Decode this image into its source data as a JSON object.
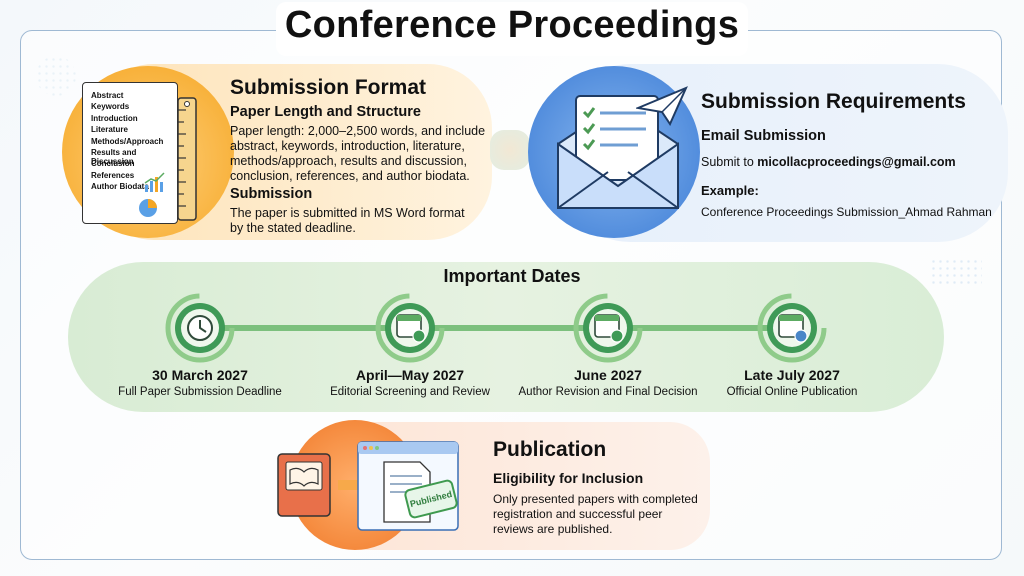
{
  "title": "Conference Proceedings",
  "submission_format": {
    "heading": "Submission Format",
    "sub1": "Paper Length and Structure",
    "body1": [
      "Paper length: 2,000–2,500 words, and include",
      "abstract, keywords, introduction, literature,",
      "methods/approach, results and discussion,",
      "conclusion, references, and author biodata."
    ],
    "sub2": "Submission",
    "body2": [
      "The paper is submitted in MS Word format",
      "by the stated deadline."
    ],
    "doc_items": [
      "Abstract",
      "Keywords",
      "Introduction",
      "Literature",
      "Methods/Approach",
      "Results and Discussion",
      "Conclusion",
      "References",
      "Author Biodata"
    ]
  },
  "submission_requirements": {
    "heading": "Submission Requirements",
    "sub1": "Email Submission",
    "body1_prefix": "Submit to ",
    "email": "micollacproceedings@gmail.com",
    "sub2": "Example:",
    "example": "Conference Proceedings Submission_Ahmad Rahman"
  },
  "important_dates": {
    "heading": "Important Dates",
    "items": [
      {
        "date": "30 March 2027",
        "desc": "Full Paper Submission Deadline",
        "icon": "clock-icon"
      },
      {
        "date": "April—May 2027",
        "desc": "Editorial Screening and Review",
        "icon": "calendar-clock-icon"
      },
      {
        "date": "June 2027",
        "desc": "Author Revision and Final Decision",
        "icon": "calendar-check-icon"
      },
      {
        "date": "Late July 2027",
        "desc": "Official Online Publication",
        "icon": "calendar-globe-icon"
      }
    ]
  },
  "publication": {
    "heading": "Publication",
    "sub1": "Eligibility for Inclusion",
    "body": [
      "Only presented papers with completed",
      "registration and successful peer",
      "reviews are published."
    ],
    "stamp": "Published"
  },
  "colors": {
    "orange": "#f5a623",
    "blue": "#3d7dd6",
    "green": "#5cab62",
    "pub_orange": "#f07a2a"
  }
}
